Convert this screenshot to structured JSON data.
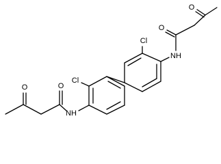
{
  "molecule": {
    "atom_labels": {
      "ketone_o_top": "O",
      "amide_o_top": "O",
      "cl_top": "Cl",
      "nh_top": "NH",
      "cl_bottom": "Cl",
      "ketone_o_bottom": "O",
      "amide_o_bottom": "O",
      "nh_bottom": "NH"
    }
  }
}
